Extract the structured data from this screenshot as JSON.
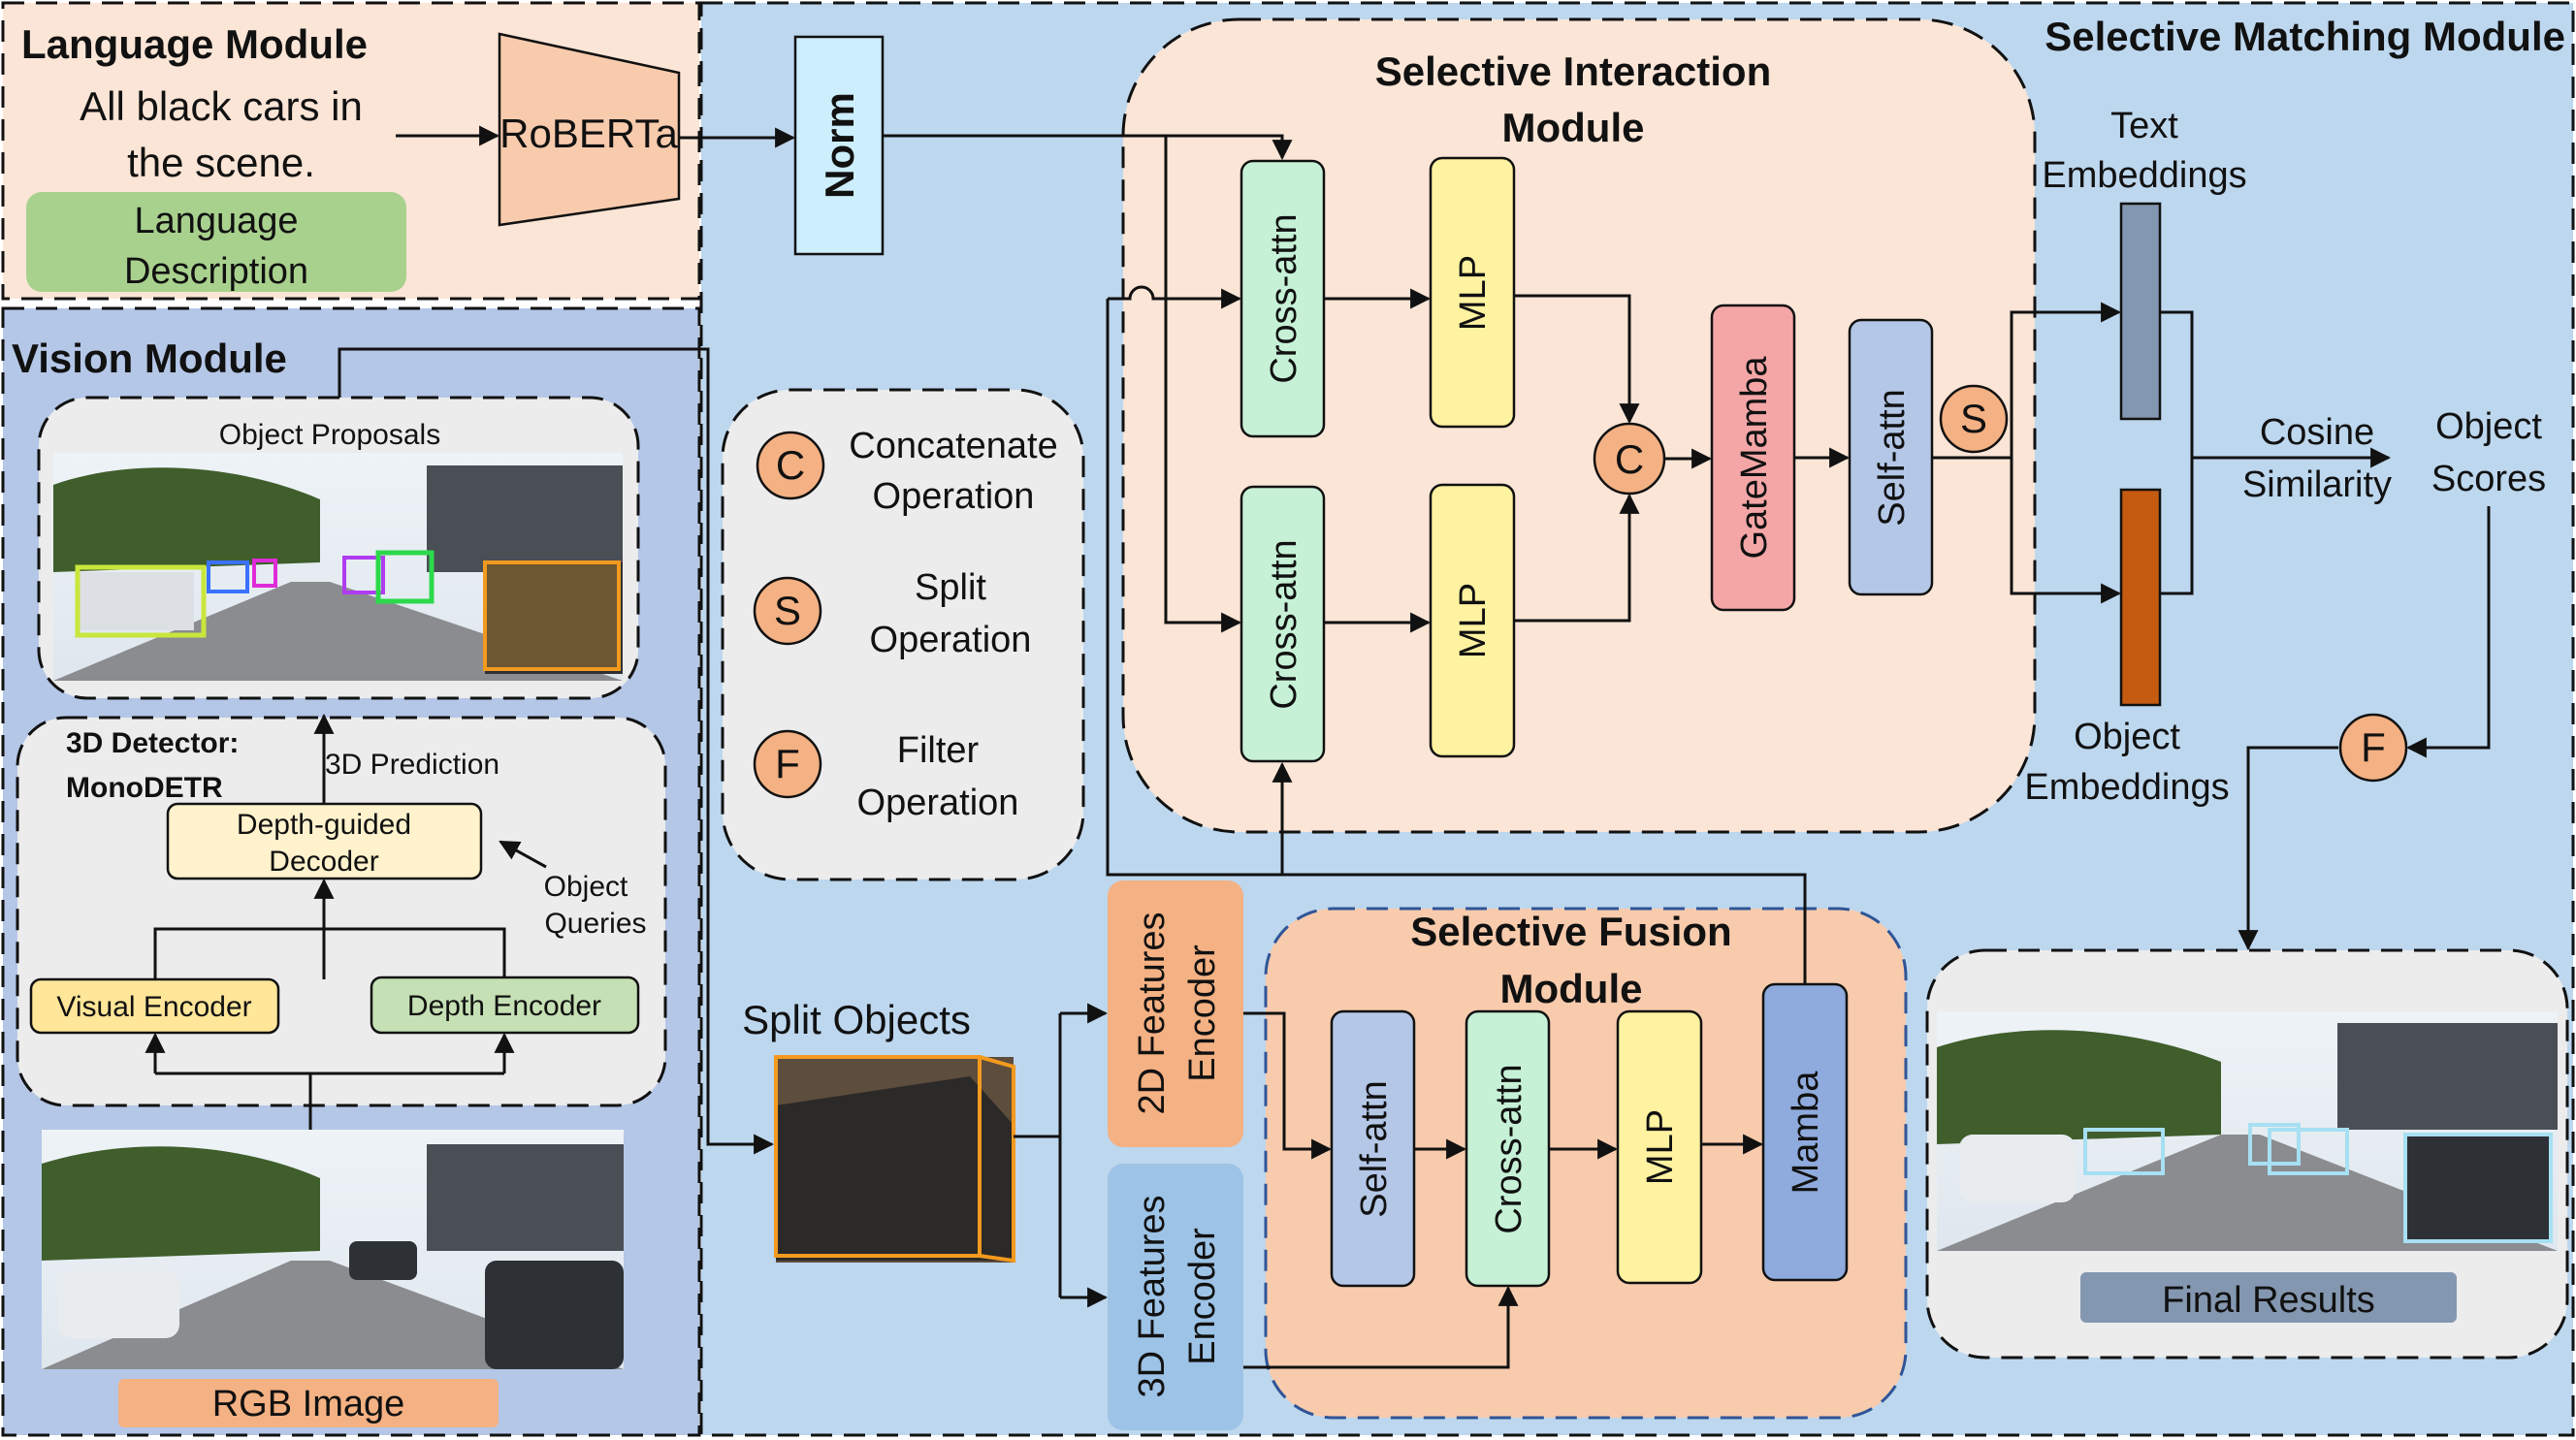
{
  "language_module": {
    "title": "Language Module",
    "example_line1": "All black cars in",
    "example_line2": "the scene.",
    "description_line1": "Language",
    "description_line2": "Description",
    "encoder": "RoBERTa"
  },
  "norm": "Norm",
  "selective_matching": {
    "title": "Selective Matching Module"
  },
  "selective_interaction": {
    "title_line1": "Selective Interaction",
    "title_line2": "Module",
    "cross_attn": "Cross-attn",
    "mlp": "MLP",
    "gatemamba": "GateMamba",
    "self_attn": "Self-attn"
  },
  "symbols": {
    "concat": "C",
    "split": "S",
    "filter": "F"
  },
  "legend": {
    "concat_line1": "Concatenate",
    "concat_line2": "Operation",
    "split_line1": "Split",
    "split_line2": "Operation",
    "filter_line1": "Filter",
    "filter_line2": "Operation"
  },
  "text_embeddings_line1": "Text",
  "text_embeddings_line2": "Embeddings",
  "object_embeddings_line1": "Object",
  "object_embeddings_line2": "Embeddings",
  "cosine_line1": "Cosine",
  "cosine_line2": "Similarity",
  "scores_line1": "Object",
  "scores_line2": "Scores",
  "vision_module": {
    "title": "Vision Module",
    "object_proposals": "Object Proposals",
    "detector_line1": "3D Detector:",
    "detector_line2": "MonoDETR",
    "prediction": "3D Prediction",
    "decoder_line1": "Depth-guided",
    "decoder_line2": "Decoder",
    "queries_line1": "Object",
    "queries_line2": "Queries",
    "visual_encoder": "Visual Encoder",
    "depth_encoder": "Depth Encoder",
    "rgb_image": "RGB Image"
  },
  "split_objects": "Split Objects",
  "features_2d_line1": "2D Features",
  "features_2d_line2": "Encoder",
  "features_3d_line1": "3D Features",
  "features_3d_line2": "Encoder",
  "selective_fusion": {
    "title_line1": "Selective Fusion",
    "title_line2": "Module",
    "self_attn": "Self-attn",
    "cross_attn": "Cross-attn",
    "mlp": "MLP",
    "mamba": "Mamba"
  },
  "final_results": "Final Results",
  "colors": {
    "language_bg": "#fbe5d6",
    "vision_bg": "#b4c7e7",
    "matching_bg": "#bdd7ee",
    "interaction_bg": "#fbe5d6",
    "fusion_bg": "#f8cbad",
    "green_box": "#c6f1d6",
    "yellow_box": "#fff2a0",
    "gatemamba": "#f4a6a6",
    "self_attn_box": "#b4c7e7",
    "mamba_box": "#8faadc",
    "norm_box": "#cdeefc",
    "roberta": "#f8cbad",
    "symbol": "#f4b183",
    "text_embedding_bar": "#8497b0",
    "object_embedding_bar": "#c55a11",
    "enc2d": "#f4b183",
    "enc3d": "#9dc3e6",
    "final_label": "#8497b0",
    "lang_desc": "#a9d18e"
  }
}
